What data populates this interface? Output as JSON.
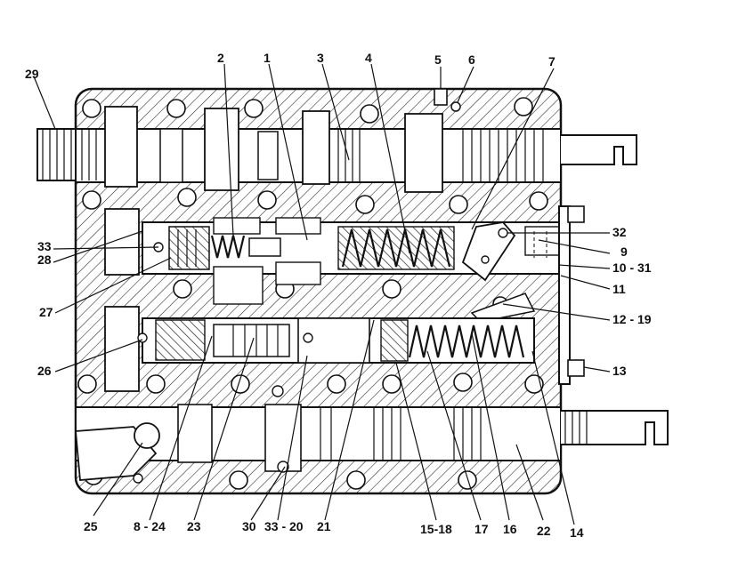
{
  "labels": {
    "l1": "1",
    "l2": "2",
    "l3": "3",
    "l4": "4",
    "l5": "5",
    "l6": "6",
    "l7": "7",
    "l29": "29",
    "l33": "33",
    "l28": "28",
    "l27": "27",
    "l26": "26",
    "l32": "32",
    "l9": "9",
    "l10_31": "10 - 31",
    "l11": "11",
    "l12_19": "12 - 19",
    "l13": "13",
    "l25": "25",
    "l8_24": "8 - 24",
    "l23": "23",
    "l30": "30",
    "l33_20": "33 - 20",
    "l21": "21",
    "l15_18": "15-18",
    "l17": "17",
    "l16": "16",
    "l22": "22",
    "l14": "14"
  }
}
